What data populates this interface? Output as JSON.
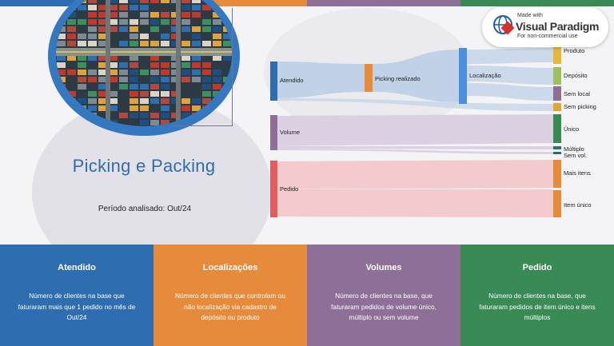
{
  "header": {
    "title": "Picking e Packing",
    "period": "Período analisado: Out/24"
  },
  "logo": {
    "made_with": "Made with",
    "brand": "Visual Paradigm",
    "note": "For non-commercial use"
  },
  "sankey": {
    "nodes": {
      "atendido": "Atendido",
      "picking": "Picking realizado",
      "localizacao": "Localização",
      "volume": "Volume",
      "pedido": "Pedido",
      "produto": "Produto",
      "deposito": "Depósito",
      "sem_local": "Sem local",
      "sem_picking": "Sem picking",
      "unico": "Único",
      "multiplo": "Múltiplo",
      "sem_vol": "Sem vol.",
      "mais_itens": "Mais itens",
      "item_unico": "Item único"
    },
    "colors": {
      "blue": "#2f6db1",
      "orange": "#e68a3c",
      "purple": "#8e6f98",
      "red": "#e25d5d",
      "yellow": "#e6b83a",
      "olive": "#9fbf5c",
      "green": "#3a8a55"
    }
  },
  "cards": [
    {
      "title": "Atendido",
      "text": "Número de clientes na base que faturaram mais que 1 pedido no mês de Out/24"
    },
    {
      "title": "Localizações",
      "text": "Número de clientes que controlam ou não localização via cadastro de depósito ou produto"
    },
    {
      "title": "Volumes",
      "text": "Número de clientes na base, que faturaram pedidos de volume único, múltiplo ou sem volume"
    },
    {
      "title": "Pedido",
      "text": "Número de clientes na base, que faturaram pedidos de item único e itens múltiplos"
    }
  ]
}
